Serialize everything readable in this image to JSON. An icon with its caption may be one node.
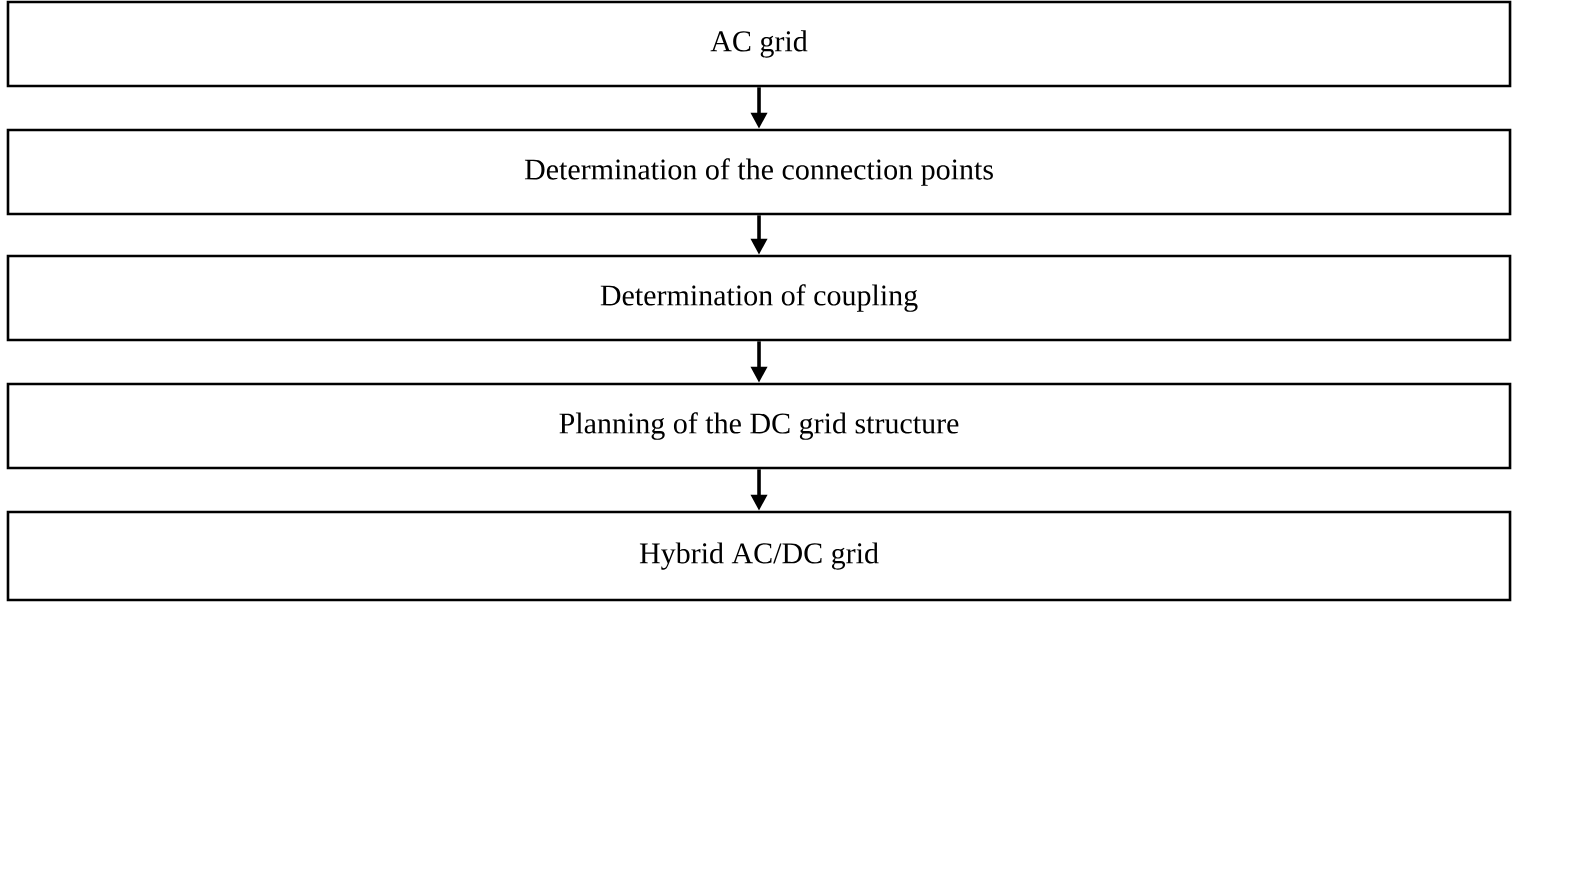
{
  "diagram": {
    "nodes": [
      {
        "text": [
          "AC grid"
        ]
      },
      {
        "text": [
          "Determination of the connection points"
        ]
      },
      {
        "text": [
          "Determination of coupling"
        ]
      },
      {
        "text": [
          "Planning of the DC grid structure"
        ]
      },
      {
        "text": [
          "Hybrid AC/DC grid"
        ]
      }
    ],
    "edges": [
      {
        "from": 0,
        "to": 1,
        "arrow": "to"
      },
      {
        "from": 1,
        "to": 2,
        "arrow": "to"
      },
      {
        "from": 2,
        "to": 3,
        "arrow": "to"
      },
      {
        "from": 3,
        "to": 4,
        "arrow": "to"
      }
    ]
  }
}
